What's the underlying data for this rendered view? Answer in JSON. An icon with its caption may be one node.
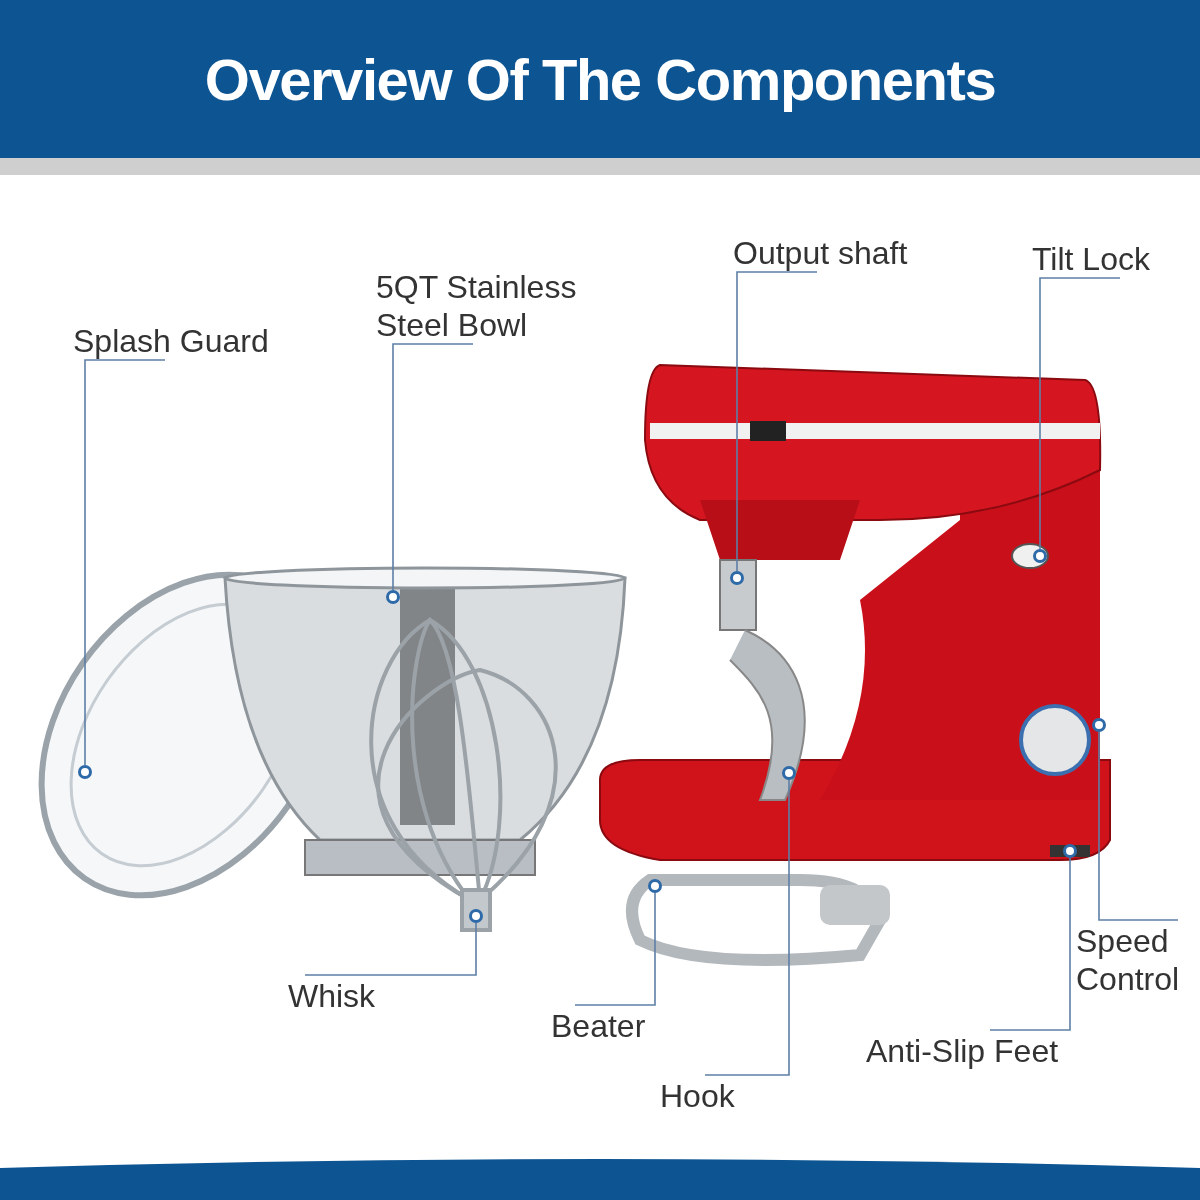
{
  "diagram": {
    "title": "Overview Of The Components",
    "nodes": [
      {
        "text": [
          "Output shaft"
        ]
      },
      {
        "text": [
          "Tilt Lock"
        ]
      },
      {
        "text": [
          "5QT Stainless Steel Bowl"
        ]
      },
      {
        "text": [
          "Splash Guard"
        ]
      },
      {
        "text": [
          "Speed Control"
        ]
      },
      {
        "text": [
          "Whisk"
        ]
      },
      {
        "text": [
          "Beater"
        ]
      },
      {
        "text": [
          "Anti-Slip Feet"
        ]
      },
      {
        "text": [
          "Hook"
        ]
      },
      {
        "text": [],
        "shape": "circle"
      },
      {
        "text": [],
        "shape": "circle"
      },
      {
        "text": [],
        "shape": "circle"
      },
      {
        "text": [],
        "shape": "circle"
      },
      {
        "text": [],
        "shape": "circle"
      },
      {
        "text": [],
        "shape": "circle"
      },
      {
        "text": [],
        "shape": "circle"
      },
      {
        "text": [],
        "shape": "circle"
      },
      {
        "text": [],
        "shape": "circle"
      }
    ],
    "edges": [
      {
        "from": 0,
        "to": 13,
        "arrow": "none"
      },
      {
        "from": 1,
        "to": 15,
        "arrow": "none"
      },
      {
        "from": 2,
        "to": 10,
        "arrow": "none"
      },
      {
        "from": 3,
        "to": 9,
        "arrow": "none"
      },
      {
        "from": 4,
        "to": 17,
        "arrow": "none"
      },
      {
        "from": 5,
        "to": 11,
        "arrow": "none"
      },
      {
        "from": 6,
        "to": 12,
        "arrow": "none"
      },
      {
        "from": 7,
        "to": 16,
        "arrow": "none"
      },
      {
        "from": 8,
        "to": 14,
        "arrow": "none"
      }
    ]
  }
}
